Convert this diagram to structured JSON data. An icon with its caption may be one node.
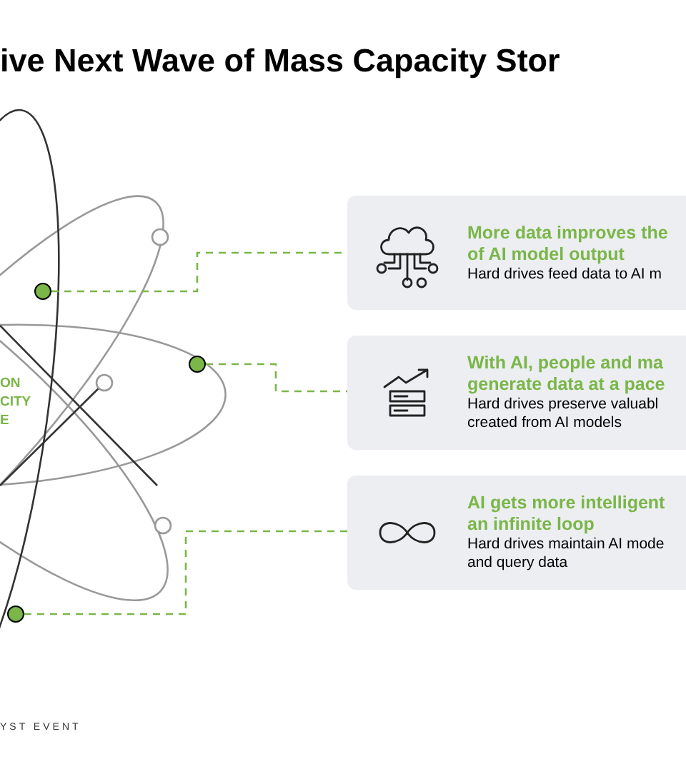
{
  "diagram": {
    "title": "ive Next Wave of Mass Capacity Stor",
    "nodes": [
      {
        "text": [
          "More data improves the of AI model output",
          "Hard drives feed data to AI m"
        ]
      },
      {
        "text": [
          "With AI, people and ma generate data at a pace",
          "Hard drives preserve valuabl created from AI models"
        ]
      },
      {
        "text": [
          "AI gets more intelligent an infinite loop",
          "Hard drives maintain AI mode and query data"
        ]
      },
      {
        "text": [],
        "shape": "circle"
      },
      {
        "text": [],
        "shape": "circle"
      },
      {
        "text": [],
        "shape": "circle"
      }
    ],
    "edges": [
      {
        "from": 3,
        "to": 0,
        "arrow": "none",
        "style": "dashed",
        "color": "#7ab648"
      },
      {
        "from": 4,
        "to": 1,
        "arrow": "none",
        "style": "dashed",
        "color": "#7ab648"
      },
      {
        "from": 5,
        "to": 2,
        "arrow": "none",
        "style": "dashed",
        "color": "#7ab648"
      }
    ],
    "labels": [
      "ON CITY E",
      "YST EVENT"
    ]
  }
}
